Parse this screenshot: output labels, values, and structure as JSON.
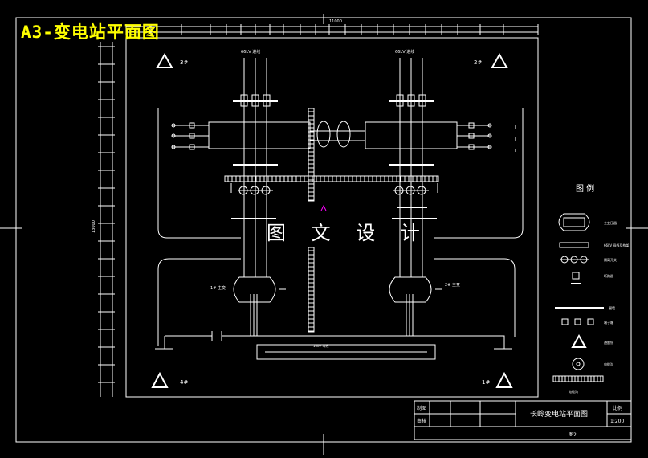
{
  "sheet_title": "A3-变电站平面图",
  "watermark": "图 文 设 计",
  "corner_labels": {
    "top_left": "3#",
    "top_right": "2#",
    "bottom_left": "4#",
    "bottom_right": "1#"
  },
  "line_labels": {
    "left_in": "66kV 进线",
    "right_in": "66kV 进线"
  },
  "transformer_labels": {
    "left": "1# 主变",
    "right": "2# 主变"
  },
  "busbar_label": "10kV 母线",
  "legend": {
    "title": "图 例",
    "items": [
      "主变压器",
      "66kV 母线及构架",
      "隔离开关",
      "断路器",
      "围墙",
      "端子箱",
      "避雷针",
      "电缆沟",
      "电缆沟"
    ]
  },
  "title_block": {
    "drawn_label": "制图",
    "check_label": "审核",
    "drawing_title": "长岭变电站平面图",
    "scale_label": "比例",
    "scale_value": "1:200",
    "sheet_no": "图2"
  },
  "dim_top": "11000",
  "dim_left": "13000"
}
